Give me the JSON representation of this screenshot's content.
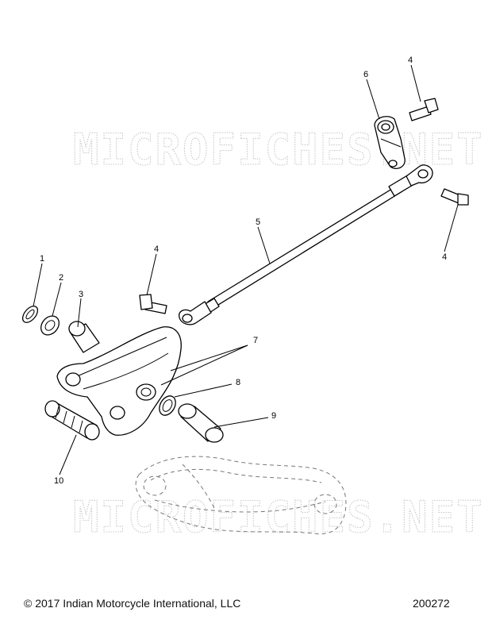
{
  "watermark": "MICROFICHES.NET",
  "footer": {
    "copyright": "© 2017 Indian Motorcycle International, LLC",
    "drawing_number": "200272"
  },
  "callouts": [
    "1",
    "2",
    "3",
    "4",
    "4",
    "4",
    "5",
    "6",
    "7",
    "8",
    "9",
    "10"
  ]
}
